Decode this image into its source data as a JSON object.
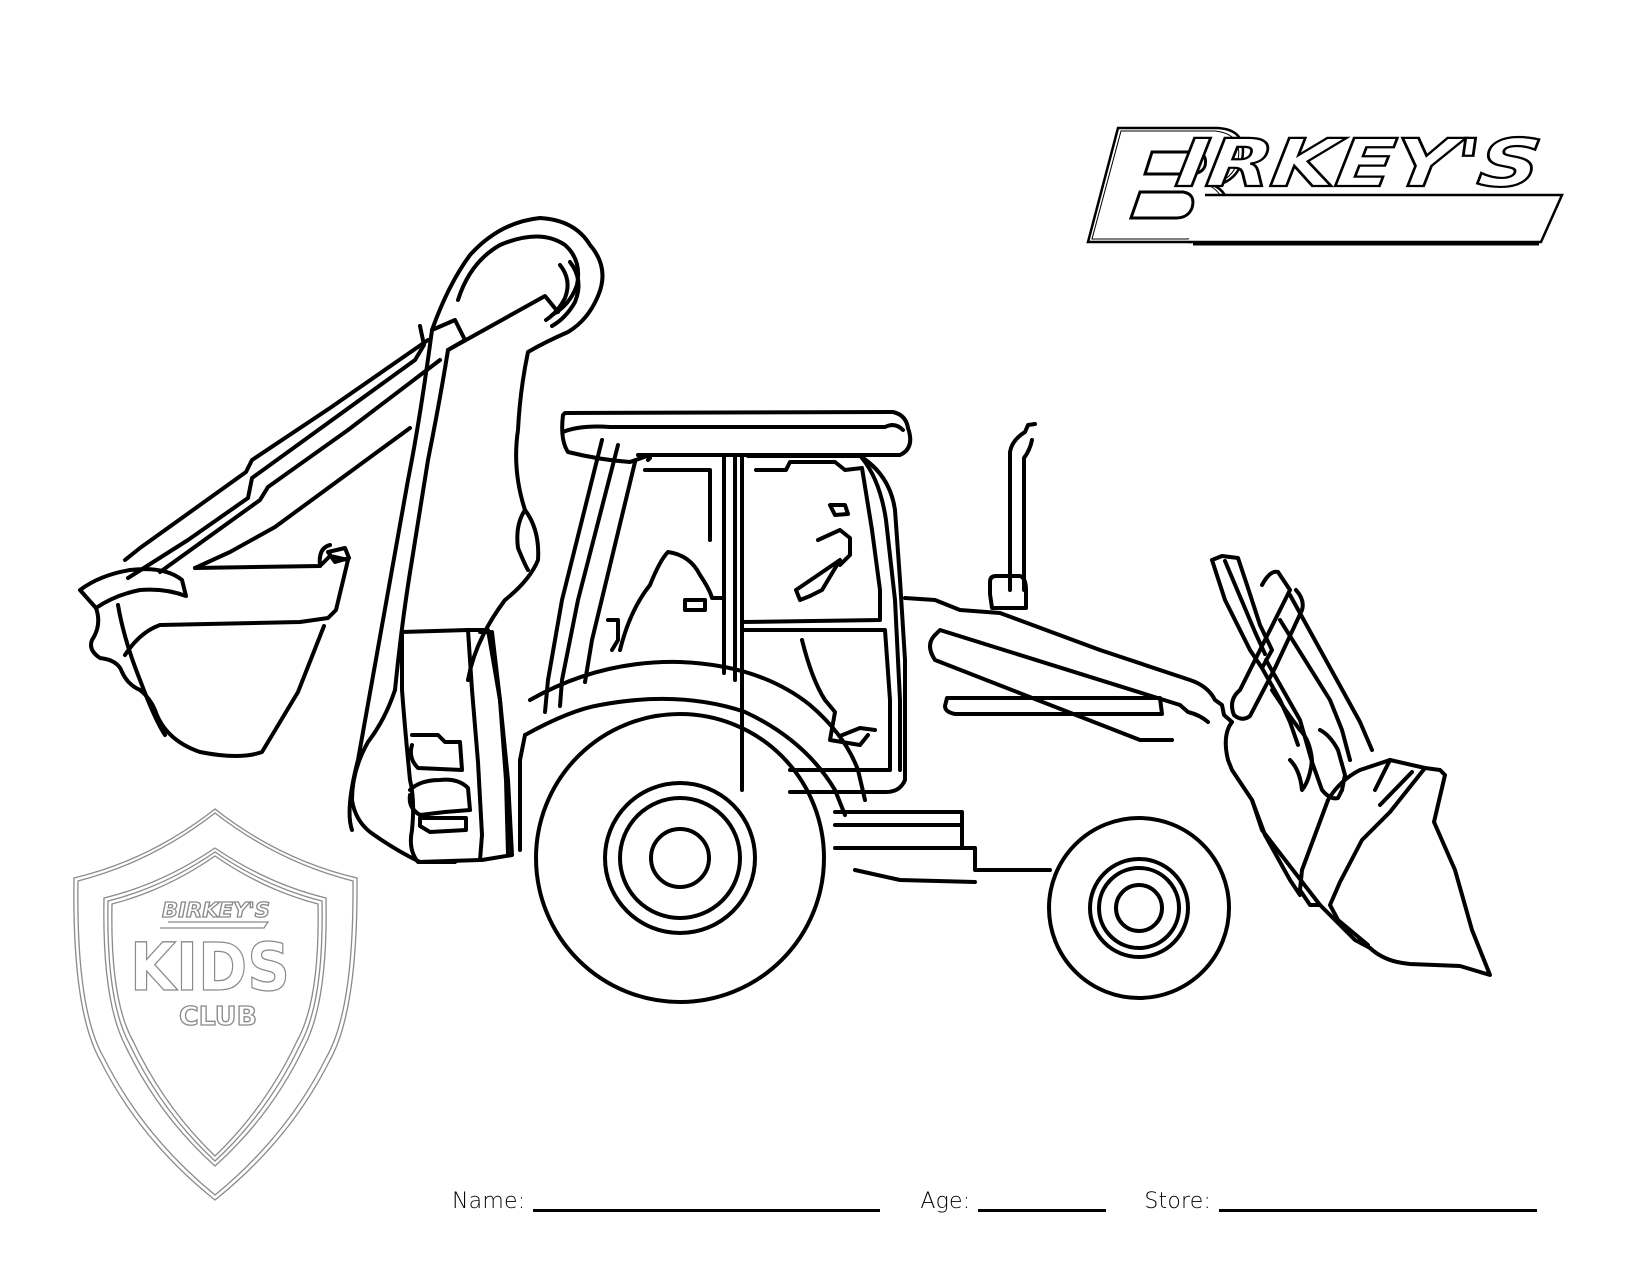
{
  "brand": {
    "logo_text": "BIRKEY'S",
    "logo_initial": "B",
    "logo_rest": "IRKEY'S"
  },
  "badge": {
    "brand_text": "BIRKEY'S",
    "title": "KIDS",
    "subtitle": "CLUB",
    "icon": "shield-icon"
  },
  "illustration": {
    "subject": "backhoe-loader",
    "icon": "backhoe-loader-icon"
  },
  "form": {
    "name_label": "Name:",
    "name_value": "",
    "age_label": "Age:",
    "age_value": "",
    "store_label": "Store:",
    "store_value": ""
  },
  "colors": {
    "ink": "#000000",
    "badge_outline": "#8a8a8a",
    "background": "#ffffff"
  }
}
